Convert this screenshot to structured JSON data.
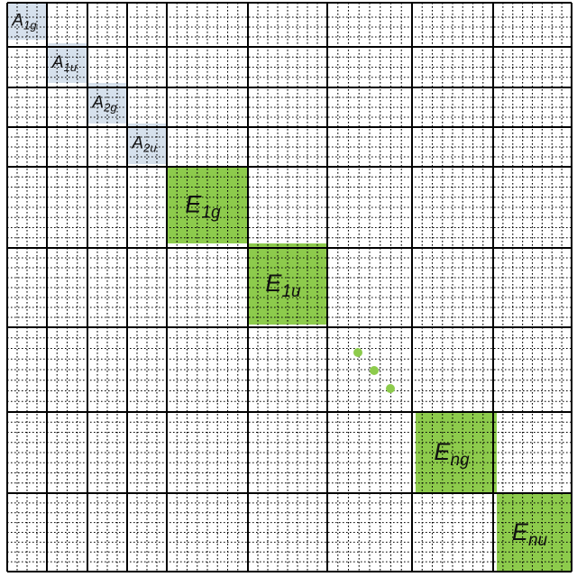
{
  "colors": {
    "a_block_fill": "#d6e1ed",
    "e_block_fill": "#8dcb4c",
    "dots": "#8dcb4c",
    "major_grid": "#000000",
    "minor_grid": "#000000",
    "background": "#ffffff"
  },
  "blocks": [
    {
      "id": "A1g",
      "main": "A",
      "sub": "1g",
      "kind": "a"
    },
    {
      "id": "A1u",
      "main": "A",
      "sub": "1u",
      "kind": "a"
    },
    {
      "id": "A2g",
      "main": "A",
      "sub": "2g",
      "kind": "a"
    },
    {
      "id": "A2u",
      "main": "A",
      "sub": "2u",
      "kind": "a"
    },
    {
      "id": "E1g",
      "main": "E",
      "sub": "1g",
      "kind": "e"
    },
    {
      "id": "E1u",
      "main": "E",
      "sub": "1u",
      "kind": "e"
    },
    {
      "id": "Eng",
      "main": "E",
      "sub": "ng",
      "kind": "e"
    },
    {
      "id": "Enu",
      "main": "E",
      "sub": "nu",
      "kind": "e"
    }
  ],
  "ellipsis": {
    "count": 3
  }
}
